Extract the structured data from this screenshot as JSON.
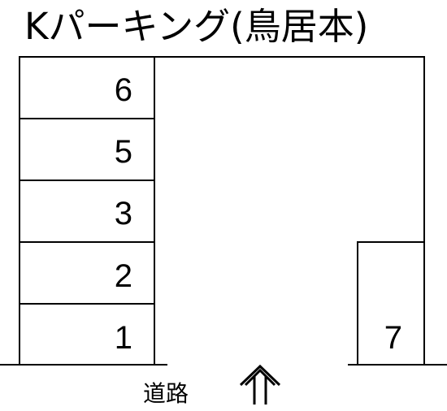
{
  "title": "Kパーキング(鳥居本)",
  "road_label": "道路",
  "spaces_left": [
    "6",
    "5",
    "3",
    "2",
    "1"
  ],
  "space_right": "7"
}
